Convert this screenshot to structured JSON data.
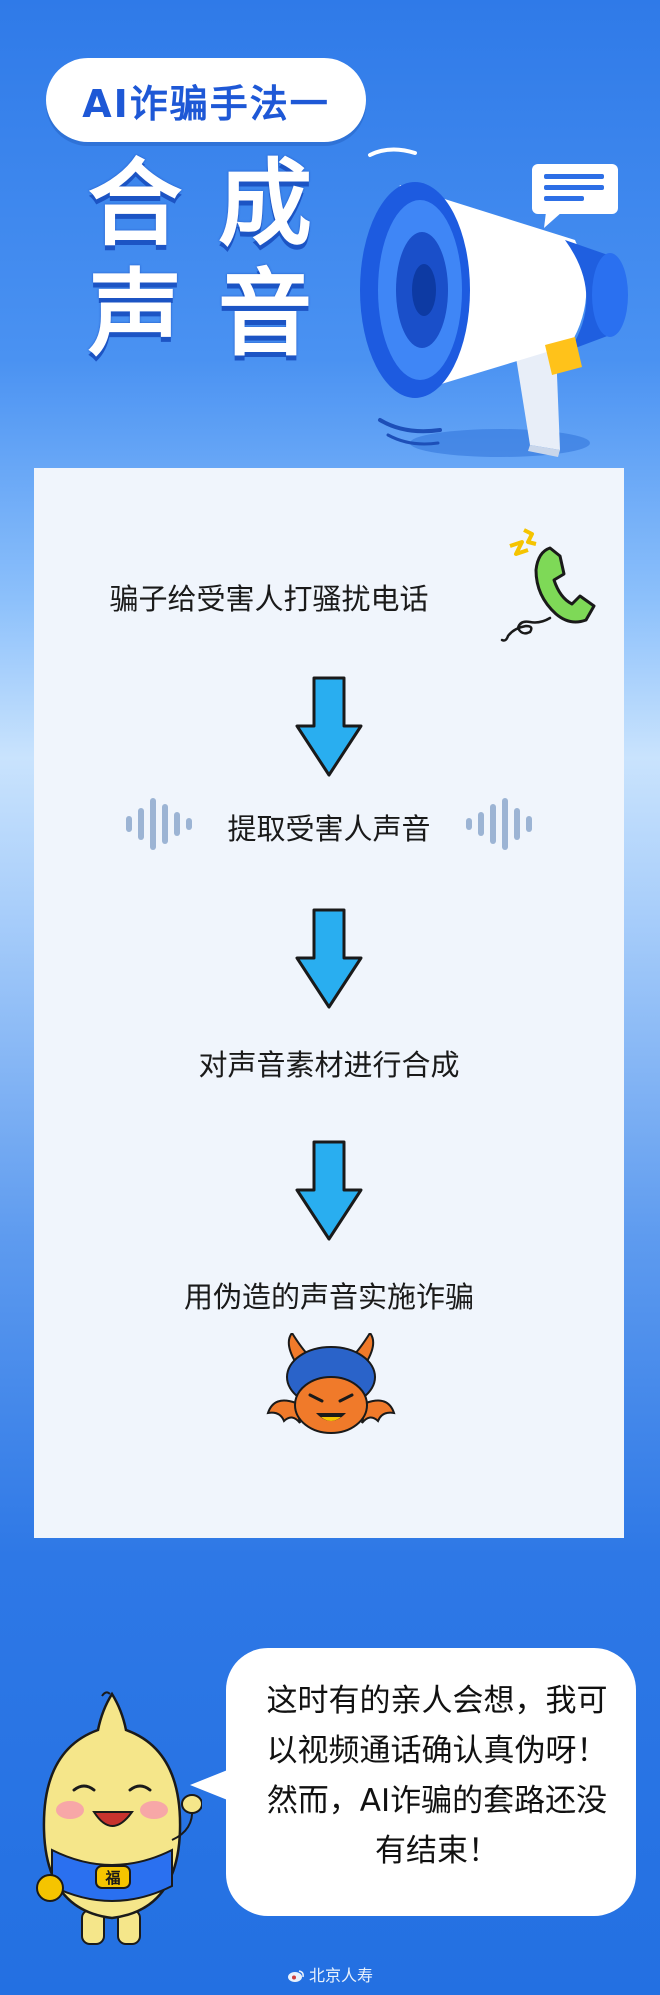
{
  "header": {
    "tag_label": "AI诈骗手法一",
    "title_chars": [
      "合",
      "成",
      "声",
      "音"
    ]
  },
  "steps": [
    "骗子给受害人打骚扰电话",
    "提取受害人声音",
    "对声音素材进行合成",
    "用伪造的声音实施诈骗"
  ],
  "speech": {
    "text": "这时有的亲人会想，我可以视频通话确认真伪呀！然而，AI诈骗的套路还没有结束！"
  },
  "mascot": {
    "badge_char": "福"
  },
  "watermark": {
    "text": "北京人寿"
  },
  "icons": {
    "megaphone": "megaphone-icon",
    "chat": "chat-bubble-icon",
    "phone": "phone-icon",
    "arrow": "arrow-down-icon",
    "wave": "sound-wave-icon",
    "devil": "devil-icon",
    "mascot": "mascot-character"
  },
  "colors": {
    "primary_blue": "#1e58d6",
    "background_blue": "#2f7ae8",
    "arrow_blue": "#29aef0",
    "phone_green": "#7ed957",
    "devil_orange": "#f07a2a"
  }
}
